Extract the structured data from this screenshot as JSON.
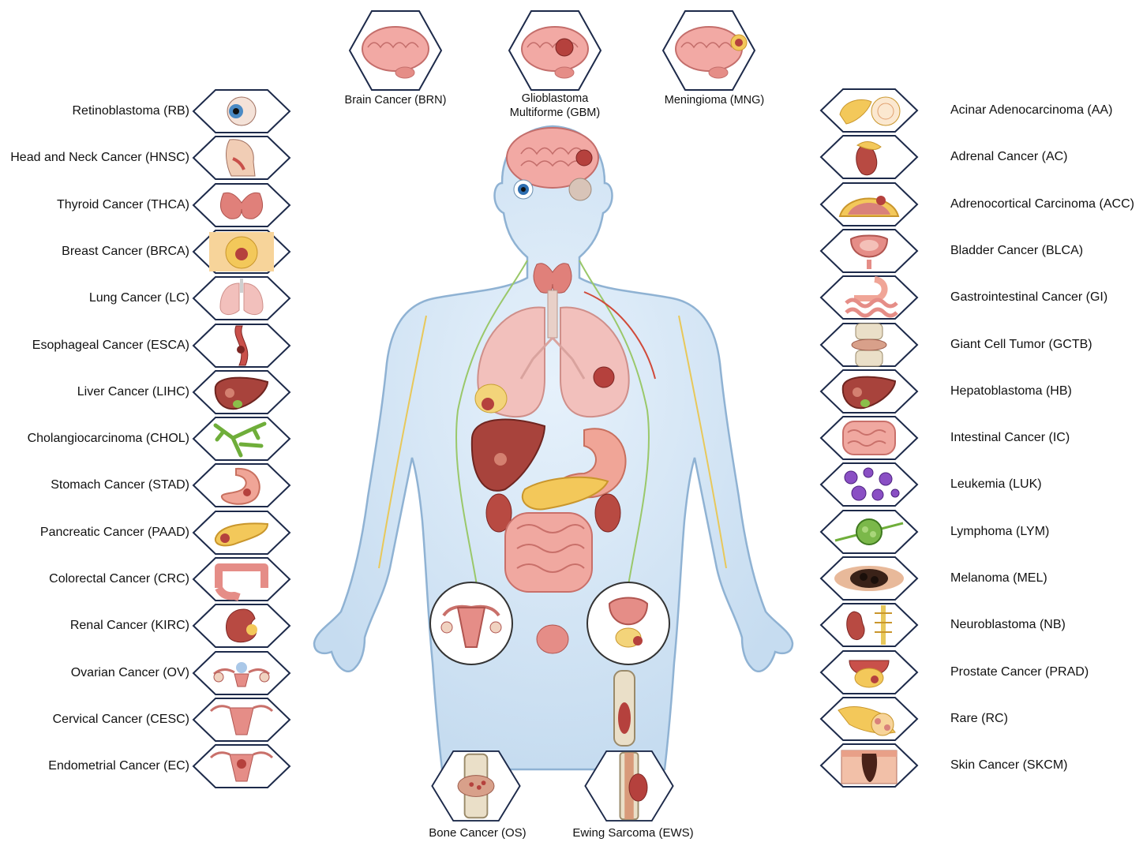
{
  "top": [
    {
      "label": "Brain Cancer (BRN)",
      "icon": "brain-icon"
    },
    {
      "label": "Glioblastoma\nMultiforme (GBM)",
      "icon": "brain-tumor-icon"
    },
    {
      "label": "Meningioma (MNG)",
      "icon": "brain-meninges-icon"
    }
  ],
  "left": [
    {
      "label": "Retinoblastoma (RB)",
      "icon": "eye-icon"
    },
    {
      "label": "Head and Neck Cancer (HNSC)",
      "icon": "head-neck-icon"
    },
    {
      "label": "Thyroid Cancer (THCA)",
      "icon": "thyroid-icon"
    },
    {
      "label": "Breast Cancer (BRCA)",
      "icon": "breast-icon"
    },
    {
      "label": "Lung Cancer (LC)",
      "icon": "lungs-icon"
    },
    {
      "label": "Esophageal Cancer (ESCA)",
      "icon": "esophagus-icon"
    },
    {
      "label": "Liver Cancer (LIHC)",
      "icon": "liver-icon"
    },
    {
      "label": "Cholangiocarcinoma (CHOL)",
      "icon": "bile-duct-icon"
    },
    {
      "label": "Stomach Cancer (STAD)",
      "icon": "stomach-icon"
    },
    {
      "label": "Pancreatic Cancer (PAAD)",
      "icon": "pancreas-icon"
    },
    {
      "label": "Colorectal Cancer (CRC)",
      "icon": "colon-icon"
    },
    {
      "label": "Renal Cancer (KIRC)",
      "icon": "kidney-icon"
    },
    {
      "label": "Ovarian Cancer (OV)",
      "icon": "ovary-icon"
    },
    {
      "label": "Cervical Cancer (CESC)",
      "icon": "cervix-icon"
    },
    {
      "label": "Endometrial Cancer (EC)",
      "icon": "uterus-icon"
    }
  ],
  "right": [
    {
      "label": "Acinar Adenocarcinoma (AA)",
      "icon": "pancreas-acinar-icon"
    },
    {
      "label": "Adrenal Cancer (AC)",
      "icon": "adrenal-icon"
    },
    {
      "label": "Adrenocortical Carcinoma (ACC)",
      "icon": "adrenal-cortex-icon"
    },
    {
      "label": "Bladder Cancer (BLCA)",
      "icon": "bladder-icon"
    },
    {
      "label": "Gastrointestinal Cancer (GI)",
      "icon": "gi-tract-icon"
    },
    {
      "label": "Giant Cell Tumor (GCTB)",
      "icon": "knee-joint-icon"
    },
    {
      "label": "Hepatoblastoma (HB)",
      "icon": "liver-icon"
    },
    {
      "label": "Intestinal Cancer (IC)",
      "icon": "intestine-icon"
    },
    {
      "label": "Leukemia (LUK)",
      "icon": "blood-cells-icon"
    },
    {
      "label": "Lymphoma (LYM)",
      "icon": "lymph-node-icon"
    },
    {
      "label": "Melanoma (MEL)",
      "icon": "melanoma-icon"
    },
    {
      "label": "Neuroblastoma (NB)",
      "icon": "nerve-icon"
    },
    {
      "label": "Prostate Cancer (PRAD)",
      "icon": "prostate-icon"
    },
    {
      "label": "Rare (RC)",
      "icon": "nerve-bundle-icon"
    },
    {
      "label": "Skin Cancer (SKCM)",
      "icon": "skin-icon"
    }
  ],
  "bottom": [
    {
      "label": "Bone Cancer (OS)",
      "icon": "bone-joint-icon"
    },
    {
      "label": "Ewing Sarcoma (EWS)",
      "icon": "long-bone-icon"
    }
  ]
}
